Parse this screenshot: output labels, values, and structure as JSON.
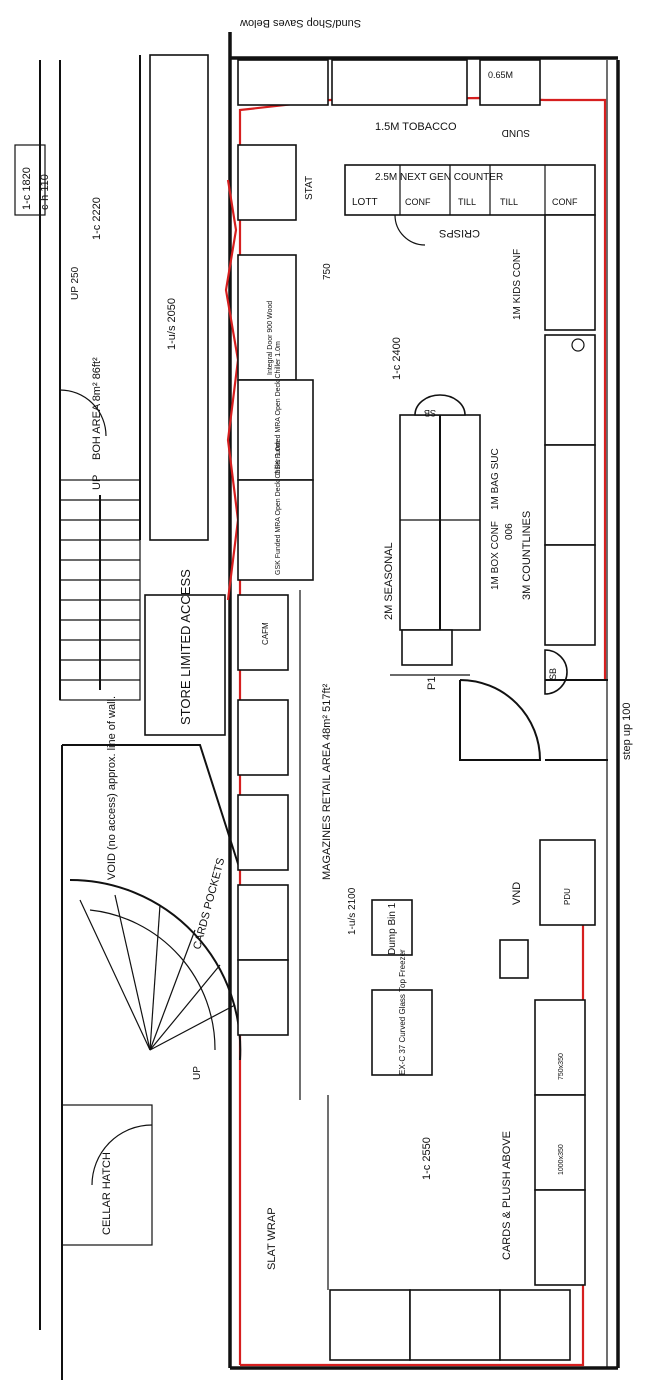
{
  "colors": {
    "ink": "#111111",
    "red": "#d61f1f",
    "paper": "#ffffff"
  },
  "labels": {
    "sunday_papers": "Sund/Shop Saves Below",
    "ceiling_1820": "1-c 1820",
    "ceiling_110": "c-h 110",
    "ceiling_2220": "1-c 2220",
    "up_250": "UP 250",
    "ceiling_2050": "1-u/s 2050",
    "boh_area": "BOH AREA 8m² 86ft²",
    "stair_up": "UP",
    "store": "STORE LIMITED ACCESS",
    "void": "VOID (no access) approx. line of wall.",
    "cards_pockets": "CARDS POCKETS",
    "cellar_hatch": "CELLAR HATCH",
    "spiral_up": "UP",
    "slat_wrap": "SLAT WRAP",
    "ceiling_2550": "1-c 2550",
    "cards_plush": "CARDS & PLUSH ABOVE",
    "retail_area": "MAGAZINES  RETAIL AREA 48m² 517ft²",
    "dump_bin": "Dump Bin 1",
    "ceiling_2100": "1-u/s 2100",
    "freezer": "EX-C 37 Curved Glass Top Freezer",
    "vnd": "VND",
    "step_up": "step up 100",
    "seasonal": "2M SEASONAL",
    "bag_suc": "1M BAG SUC",
    "box_conf": "1M BOX CONF",
    "p1": "P1",
    "gondola_006": "006",
    "countlines": "3M COUNTLINES",
    "kids_conf": "1M KIDS CONF",
    "ceiling_2400": "1-c 2400",
    "crisps": "CRISPS",
    "lott": "LOTT",
    "next_gen_counter": "2.5M NEXT GEN COUNTER",
    "conf_a": "CONF",
    "till_1": "TILL",
    "till_2": "TILL",
    "conf_b": "CONF",
    "tobacco": "1.5M TOBACCO",
    "sund": "SUND",
    "unit_065": "0.65M",
    "stat": "STAT",
    "dim_750": "750",
    "sb_top": "SB",
    "sb_bottom": "SB",
    "cafm": "CAFM",
    "chiller_1": "GSK Funded MRA Open Deck Chiller 1.0m",
    "chiller_2": "GSK Funded MRA Open Deck Chiller 1.0m",
    "wood_900": "Integral Door 900 Wood",
    "pdu": "PDU",
    "unit_750": "750x350",
    "unit_1000": "1000x350"
  }
}
